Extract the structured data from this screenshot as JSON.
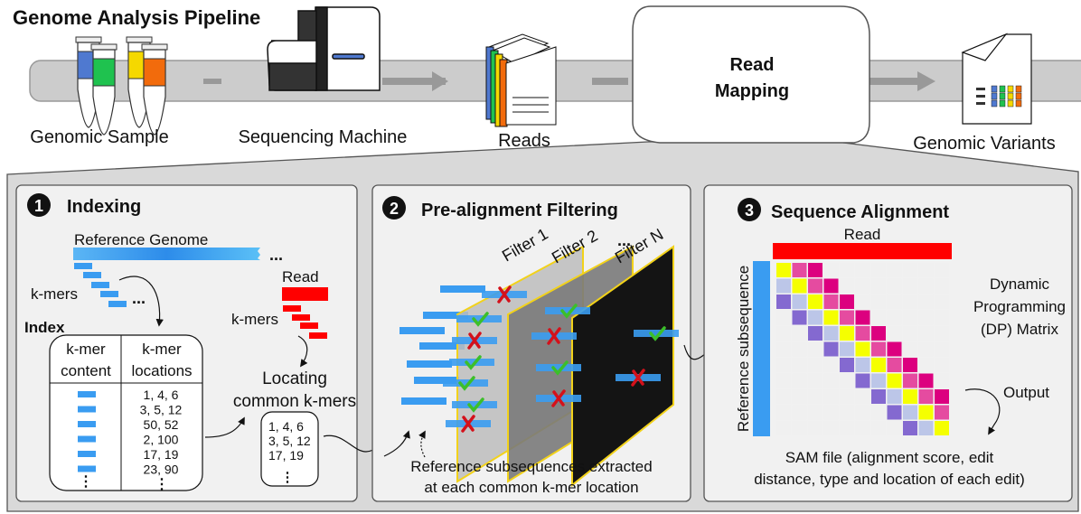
{
  "title": "Genome Analysis Pipeline",
  "pipeline": {
    "stages": [
      {
        "label": "Genomic Sample",
        "icon": "test-tubes-icon"
      },
      {
        "label": "Sequencing Machine",
        "icon": "sequencer-icon"
      },
      {
        "label": "Reads",
        "icon": "stacked-documents-icon"
      },
      {
        "label_line1": "Read",
        "label_line2": "Mapping"
      },
      {
        "label": "Genomic Variants",
        "icon": "variants-document-icon"
      }
    ],
    "tube_colors": [
      "#4f79d0",
      "#1fc24f",
      "#f5d800",
      "#f26b0c"
    ]
  },
  "panels": {
    "indexing": {
      "number": "1",
      "title": "Indexing",
      "reference_genome_label": "Reference Genome",
      "ellipsis": "...",
      "kmers_label": "k-mers",
      "read_label": "Read",
      "read_kmers_label": "k-mers",
      "index_label": "Index",
      "table": {
        "col1_line1": "k-mer",
        "col1_line2": "content",
        "col2_line1": "k-mer",
        "col2_line2": "locations",
        "locations": [
          "1, 4, 6",
          "3, 5, 12",
          "50, 52",
          "2, 100",
          "17, 19",
          "23, 90"
        ],
        "more": "⋮"
      },
      "locating_line1": "Locating",
      "locating_line2": "common k-mers",
      "common_locations": [
        "1, 4, 6",
        "3, 5, 12",
        "17, 19"
      ],
      "common_more": "⋮"
    },
    "filtering": {
      "number": "2",
      "title": "Pre-alignment Filtering",
      "filters": [
        "Filter 1",
        "Filter 2",
        "Filter N"
      ],
      "filters_ellipsis": "...",
      "caption_line1": "Reference subsequences extracted",
      "caption_line2": "at each common k-mer location"
    },
    "alignment": {
      "number": "3",
      "title": "Sequence Alignment",
      "read_label": "Read",
      "reference_label": "Reference subsequence",
      "dp_line1": "Dynamic",
      "dp_line2": "Programming",
      "dp_line3": "(DP) Matrix",
      "output_label": "Output",
      "sam_line1": "SAM file (alignment score, edit",
      "sam_line2": "distance, type and location of each edit)",
      "matrix_size": 11,
      "band_colors": [
        "#8469d0",
        "#bcc6e8",
        "#f5ff00",
        "#e54ba0",
        "#dc007f"
      ]
    }
  },
  "colors": {
    "reference_blue": "#3a9cf1",
    "read_red": "#ff0000",
    "check_green": "#3cbf2a",
    "cross_red": "#d4111b",
    "filter_frame": "#f2d21a"
  }
}
